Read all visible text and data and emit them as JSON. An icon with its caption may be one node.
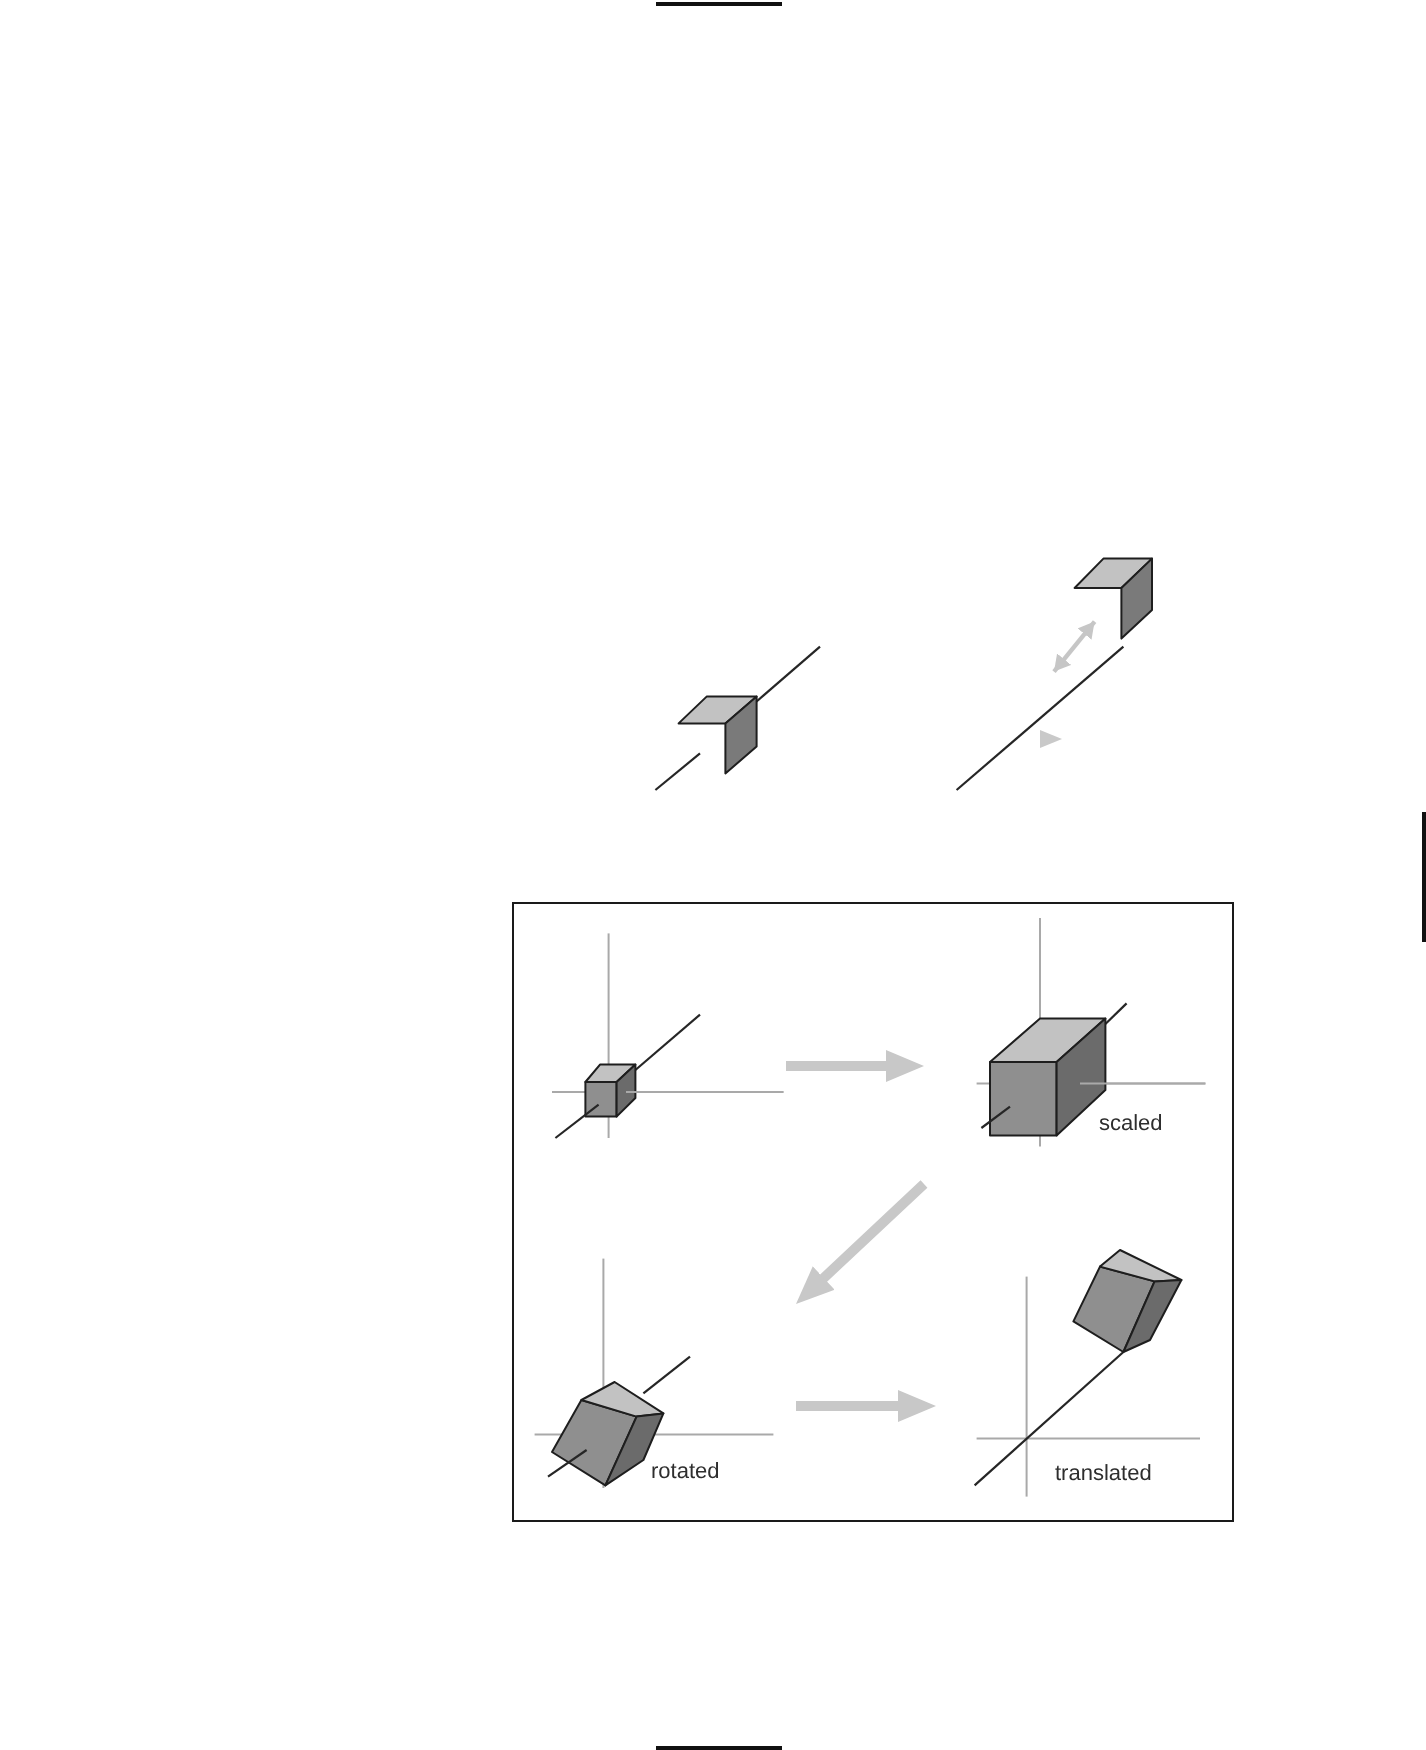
{
  "diagram": {
    "nodes": [
      {
        "text": [],
        "shape": "box"
      },
      {
        "text": [],
        "shape": "picture",
        "in": 0
      },
      {
        "text": [
          "scaled"
        ],
        "in": 0
      },
      {
        "text": [
          "rotated"
        ],
        "in": 0
      },
      {
        "text": [
          "translated"
        ],
        "in": 0
      }
    ],
    "edges": [
      {
        "from": 1,
        "to": 2,
        "arrow": "to"
      },
      {
        "from": 2,
        "to": 3,
        "arrow": "to"
      },
      {
        "from": 3,
        "to": 4,
        "arrow": "to"
      }
    ]
  }
}
